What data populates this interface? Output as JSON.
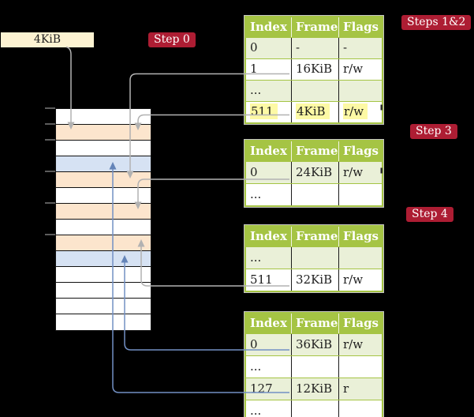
{
  "frame_label": {
    "text": "4KiB"
  },
  "badges": {
    "step0": "Step 0",
    "steps12": "Steps 1&2",
    "step3": "Step 3",
    "step4": "Step 4"
  },
  "memory_column": {
    "rows": [
      {
        "kind": "free"
      },
      {
        "kind": "page-table"
      },
      {
        "kind": "free"
      },
      {
        "kind": "data-page"
      },
      {
        "kind": "page-table"
      },
      {
        "kind": "free"
      },
      {
        "kind": "page-table"
      },
      {
        "kind": "free"
      },
      {
        "kind": "page-table"
      },
      {
        "kind": "data-page"
      },
      {
        "kind": "free"
      },
      {
        "kind": "free"
      },
      {
        "kind": "free"
      },
      {
        "kind": "free"
      }
    ]
  },
  "tables": [
    {
      "name": "page-global-directory",
      "headers": [
        "Index",
        "Frame",
        "Flags"
      ],
      "rows": [
        {
          "index": "0",
          "frame": "-",
          "flags": "-"
        },
        {
          "index": "1",
          "frame": "16KiB",
          "flags": "r/w"
        },
        {
          "index": "...",
          "frame": "",
          "flags": ""
        },
        {
          "index": "511",
          "frame": "4KiB",
          "flags": "r/w",
          "highlighted": true
        }
      ]
    },
    {
      "name": "page-directory",
      "headers": [
        "Index",
        "Frame",
        "Flags"
      ],
      "rows": [
        {
          "index": "0",
          "frame": "24KiB",
          "flags": "r/w"
        },
        {
          "index": "...",
          "frame": "",
          "flags": ""
        }
      ]
    },
    {
      "name": "page-table-upper",
      "headers": [
        "Index",
        "Frame",
        "Flags"
      ],
      "rows": [
        {
          "index": "...",
          "frame": "",
          "flags": ""
        },
        {
          "index": "511",
          "frame": "32KiB",
          "flags": "r/w"
        }
      ]
    },
    {
      "name": "page-table-lower",
      "headers": [
        "Index",
        "Frame",
        "Flags"
      ],
      "rows": [
        {
          "index": "0",
          "frame": "36KiB",
          "flags": "r/w"
        },
        {
          "index": "...",
          "frame": "",
          "flags": ""
        },
        {
          "index": "127",
          "frame": "12KiB",
          "flags": "r"
        },
        {
          "index": "...",
          "frame": "",
          "flags": ""
        }
      ]
    }
  ],
  "connections": [
    {
      "from": "frame-size-label",
      "to": "memory-frame-4KiB",
      "color": "gray"
    },
    {
      "from": "pgd-entry-1",
      "to": "memory-frame-16KiB",
      "color": "gray"
    },
    {
      "from": "pgd-entry-511",
      "to": "memory-frame-4KiB",
      "color": "gray"
    },
    {
      "from": "pd-entry-0",
      "to": "memory-frame-24KiB",
      "color": "gray"
    },
    {
      "from": "pt-entry-511",
      "to": "memory-frame-32KiB",
      "color": "gray"
    },
    {
      "from": "pt-entry-0",
      "to": "memory-frame-36KiB",
      "color": "blue"
    },
    {
      "from": "pt-entry-127",
      "to": "memory-frame-12KiB",
      "color": "blue"
    }
  ],
  "colors": {
    "background": "#000000",
    "badge_red": "#ad1d33",
    "table_header_green": "#a5c444",
    "table_row_green": "#eaf0d8",
    "page_table_frame_fill": "#fce5cd",
    "data_page_frame_fill": "#d6e2f3",
    "frame_label_fill": "#fdf3d2",
    "highlight_yellow": "#fdf9a5",
    "gray_arrow": "#b2b2b2",
    "blue_arrow": "#7290c4"
  }
}
